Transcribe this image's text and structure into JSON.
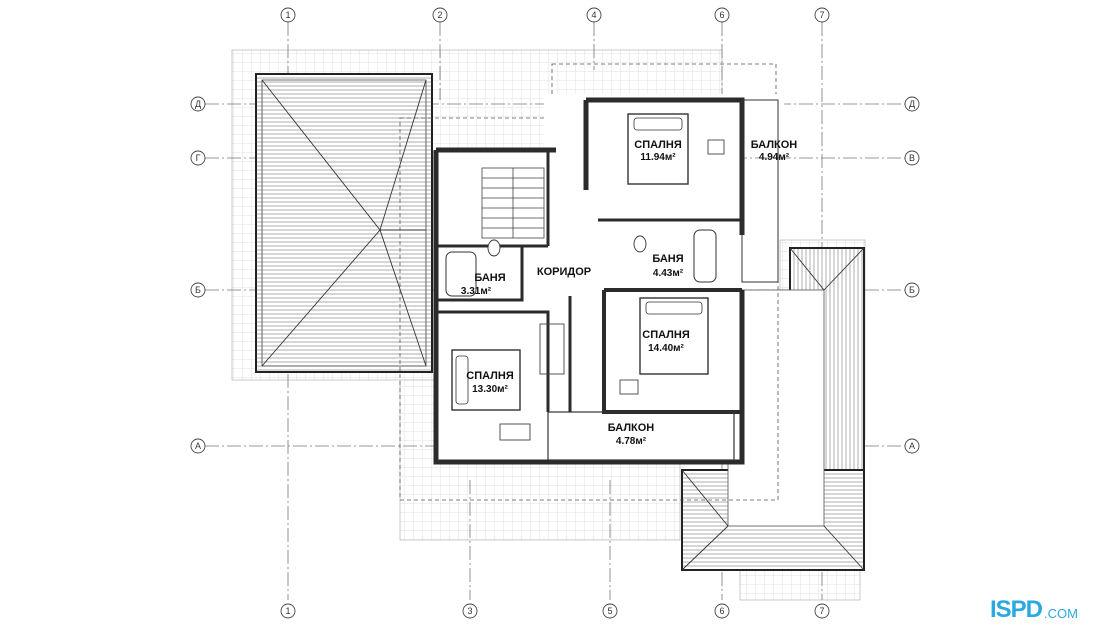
{
  "axes": {
    "top_numbers": [
      "1",
      "2",
      "4",
      "6",
      "7"
    ],
    "bottom_numbers": [
      "1",
      "3",
      "5",
      "6",
      "7"
    ],
    "left_letters": [
      "Д",
      "Г",
      "Б",
      "А"
    ],
    "right_letters": [
      "Д",
      "В",
      "Б",
      "А"
    ]
  },
  "rooms": [
    {
      "id": "bedroom-1",
      "name": "СПАЛНЯ",
      "area": "11.94м²"
    },
    {
      "id": "balcony-1",
      "name": "БАЛКОН",
      "area": "4.94м²"
    },
    {
      "id": "bath-1",
      "name": "БАНЯ",
      "area": "3.31м²"
    },
    {
      "id": "corridor",
      "name": "КОРИДОР",
      "area": ""
    },
    {
      "id": "bath-2",
      "name": "БАНЯ",
      "area": "4.43м²"
    },
    {
      "id": "bedroom-2",
      "name": "СПАЛНЯ",
      "area": "14.40м²"
    },
    {
      "id": "bedroom-3",
      "name": "СПАЛНЯ",
      "area": "13.30м²"
    },
    {
      "id": "balcony-2",
      "name": "БАЛКОН",
      "area": "4.78м²"
    }
  ],
  "logo": {
    "mark": "ISPD",
    "domain": ".COM"
  },
  "colors": {
    "line": "#222222",
    "wall": "#2b2b2b",
    "grid": "#cfcfcf",
    "roof": "#666666",
    "brand": "#2aa8e0"
  }
}
